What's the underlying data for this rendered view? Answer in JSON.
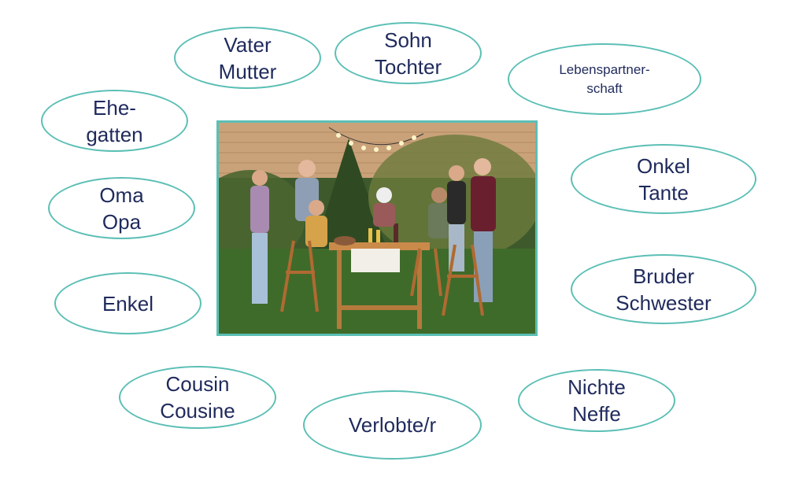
{
  "colors": {
    "border": "#5bbfb5",
    "text": "#1f2a5c"
  },
  "terms": {
    "parents": "Vater\nMutter",
    "children": "Sohn\nTochter",
    "partnership": "Lebenspartner-\nschaft",
    "spouse": "Ehe-\ngatten",
    "uncle_aunt": "Onkel\nTante",
    "grandparents": "Oma\nOpa",
    "siblings": "Bruder\nSchwester",
    "grandchild": "Enkel",
    "cousins": "Cousin\nCousine",
    "niece_nephew": "Nichte\nNeffe",
    "fiance": "Verlobte/r"
  },
  "photo": {
    "subject": "family-dinner-in-garden"
  }
}
